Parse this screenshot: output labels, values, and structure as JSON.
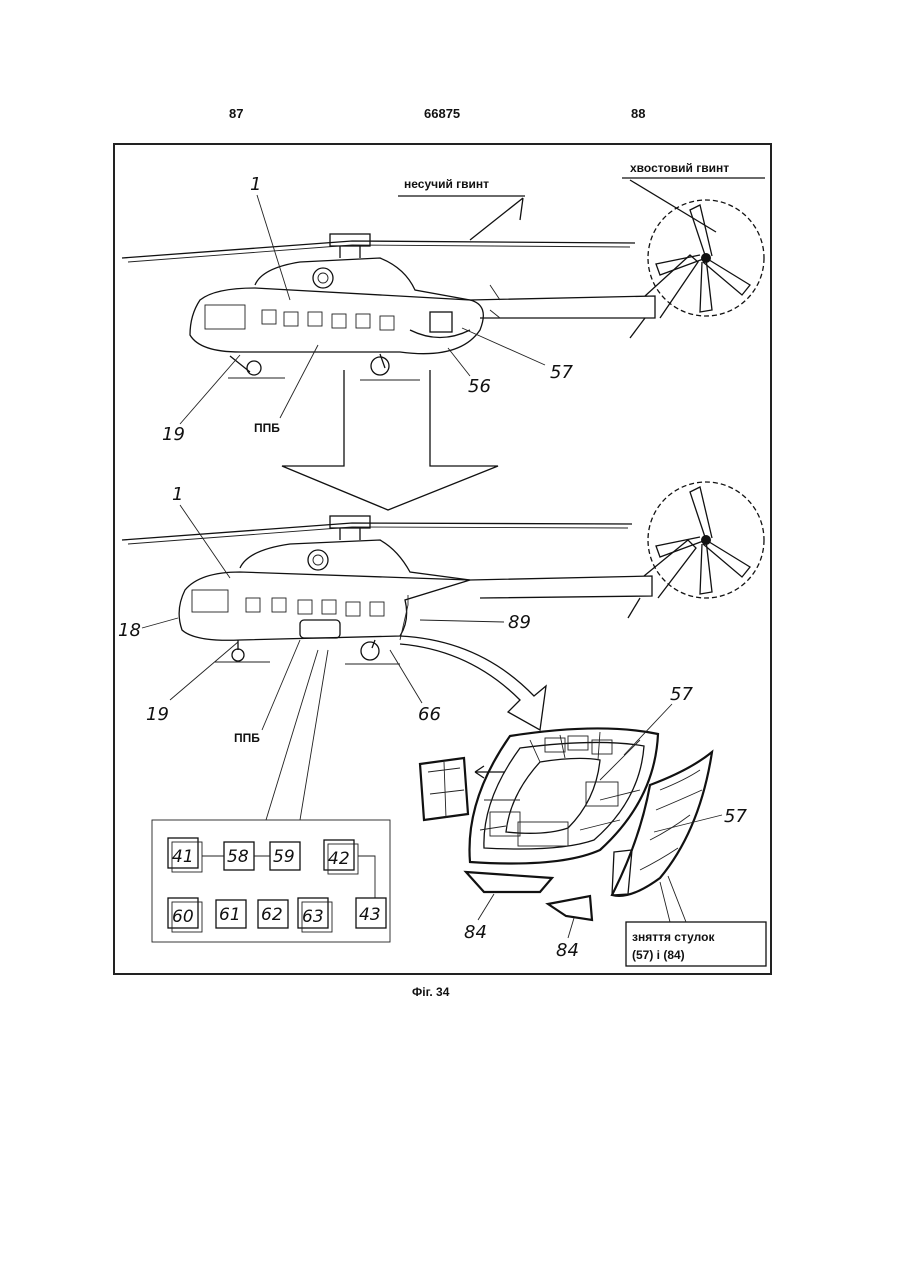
{
  "header": {
    "left": "87",
    "center": "66875",
    "right": "88"
  },
  "labels": {
    "main_rotor": "несучий гвинт",
    "tail_rotor": "хвостовий гвинт",
    "ppb": "ППБ",
    "removal_line1": "зняття стулок",
    "removal_line2": "(57) і (84)"
  },
  "callouts": {
    "c1": "1",
    "c18": "18",
    "c19": "19",
    "c56": "56",
    "c57": "57",
    "c66": "66",
    "c84": "84",
    "c89": "89"
  },
  "blocks": {
    "b41": "41",
    "b58": "58",
    "b59": "59",
    "b42": "42",
    "b60": "60",
    "b61": "61",
    "b62": "62",
    "b63": "63",
    "b43": "43"
  },
  "caption": "Фіг. 34"
}
